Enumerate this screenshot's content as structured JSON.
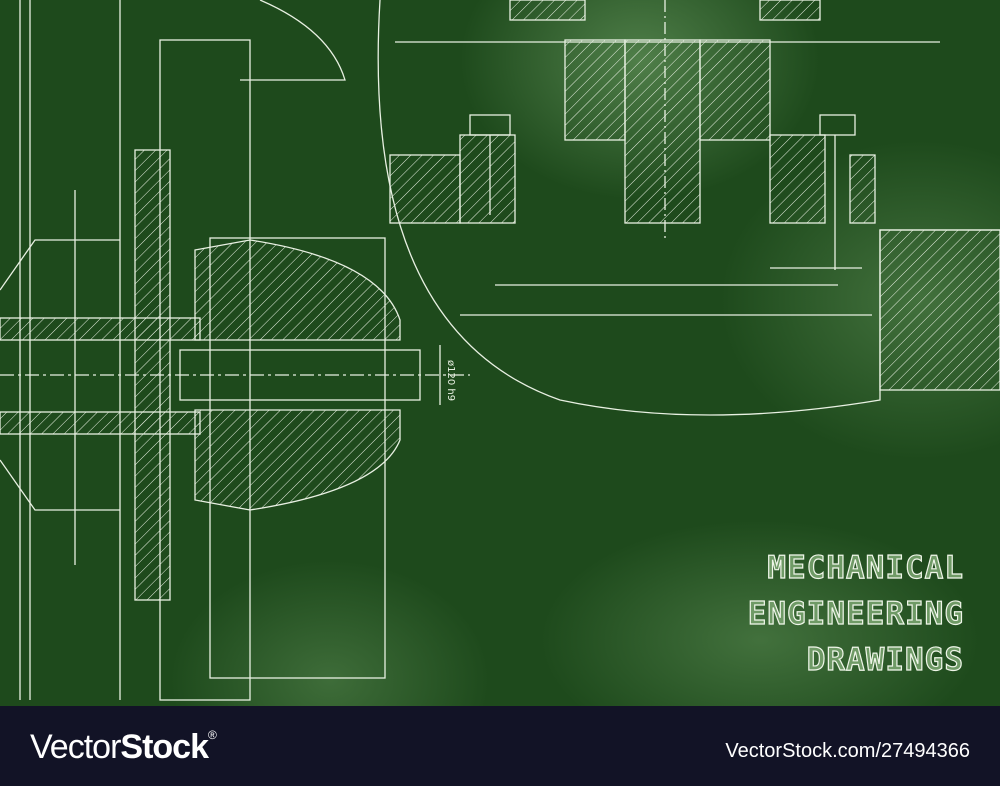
{
  "headline": {
    "line1": "MECHANICAL",
    "line2": "ENGINEERING",
    "line3": "DRAWINGS"
  },
  "dimension_label": "ø120 h9",
  "footer": {
    "logo_light": "Vector",
    "logo_bold": "Stock",
    "logo_mark": "®",
    "url": "VectorStock.com/27494366"
  },
  "colors": {
    "background": "#1e4a1c",
    "lines": "#e8f0e2",
    "footer": "#121326"
  }
}
